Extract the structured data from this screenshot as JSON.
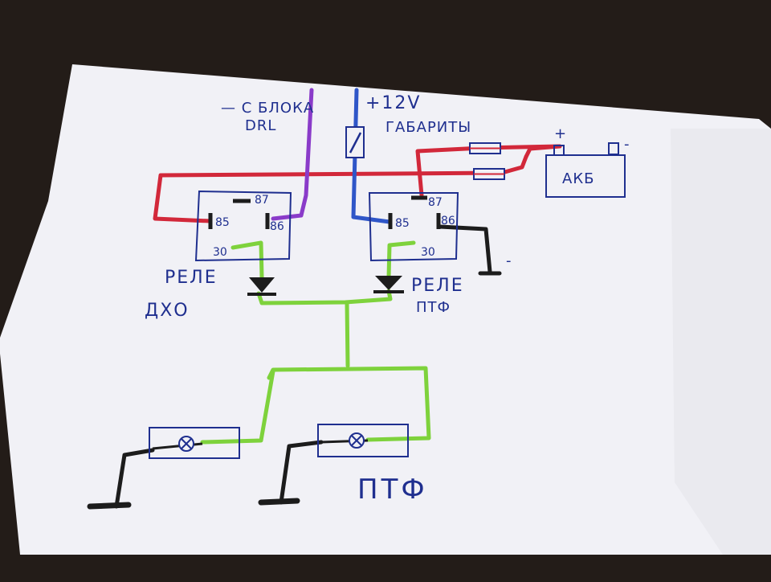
{
  "colors": {
    "paper": "#f1f1f6",
    "ink": "#1f2f8f",
    "red": "#d2283a",
    "purple": "#8a3bc9",
    "blue": "#2f56c8",
    "green": "#7ed23c",
    "black": "#1c1c1c",
    "background": "#231c18"
  },
  "labels": {
    "drl_source_line1": "— С БЛОКА",
    "drl_source_line2": "DRL",
    "plus12v": "+12V",
    "parking_lights": "ГАБАРИТЫ",
    "battery": "АКБ",
    "battery_plus": "+",
    "battery_minus": "-",
    "ground_minus": "-",
    "relay_drl_line1": "РЕЛЕ",
    "relay_drl_line2": "ДХО",
    "relay_fog_line1": "РЕЛЕ",
    "relay_fog_line2": "ПТФ",
    "fog_lamps": "ПТФ"
  },
  "relays": [
    {
      "id": "drl",
      "pins": {
        "p87": "87",
        "p85": "85",
        "p86": "86",
        "p30": "30"
      }
    },
    {
      "id": "fog",
      "pins": {
        "p87": "87",
        "p85": "85",
        "p86": "86",
        "p30": "30"
      }
    }
  ],
  "icons": {
    "switch": "switch-icon",
    "fuse": "fuse-icon",
    "diode": "diode-icon",
    "lamp": "lamp-icon",
    "ground": "ground-icon"
  }
}
